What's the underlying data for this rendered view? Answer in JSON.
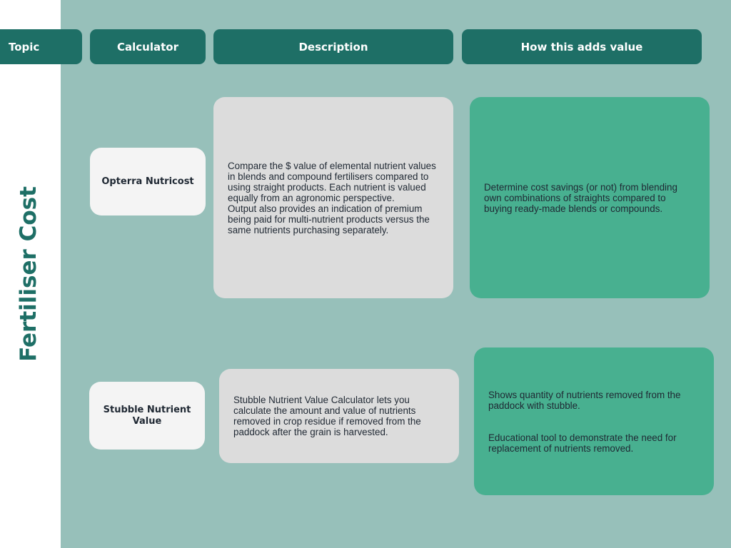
{
  "headers": {
    "topic": "Topic",
    "calculator": "Calculator",
    "description": "Description",
    "value": "How this adds value"
  },
  "topic_label": "Fertiliser Cost",
  "rows": [
    {
      "calculator": "Opterra Nutricost",
      "description": [
        "Compare the $ value of elemental nutrient values in blends and compound fertilisers compared to using straight products. Each nutrient is valued equally from an agronomic perspective.",
        "Output also provides an indication of premium being paid for multi-nutrient products versus the same nutrients purchasing separately."
      ],
      "value": [
        "Determine cost savings (or not) from blending own combinations of straights compared to buying ready-made blends or compounds."
      ]
    },
    {
      "calculator": "Stubble Nutrient Value",
      "description": [
        "Stubble Nutrient Value Calculator lets you calculate the amount and value of nutrients removed in crop residue if removed from the paddock after the grain is harvested."
      ],
      "value": [
        "Shows quantity of nutrients removed from the paddock with stubble.",
        "Educational tool to demonstrate the need for replacement of nutrients removed."
      ]
    }
  ],
  "colors": {
    "background": "#97c0ba",
    "header": "#1e6f66",
    "calculator_box": "#f4f4f4",
    "description_box": "#dcdcdc",
    "value_box": "#48b090",
    "text": "#1f2833"
  }
}
